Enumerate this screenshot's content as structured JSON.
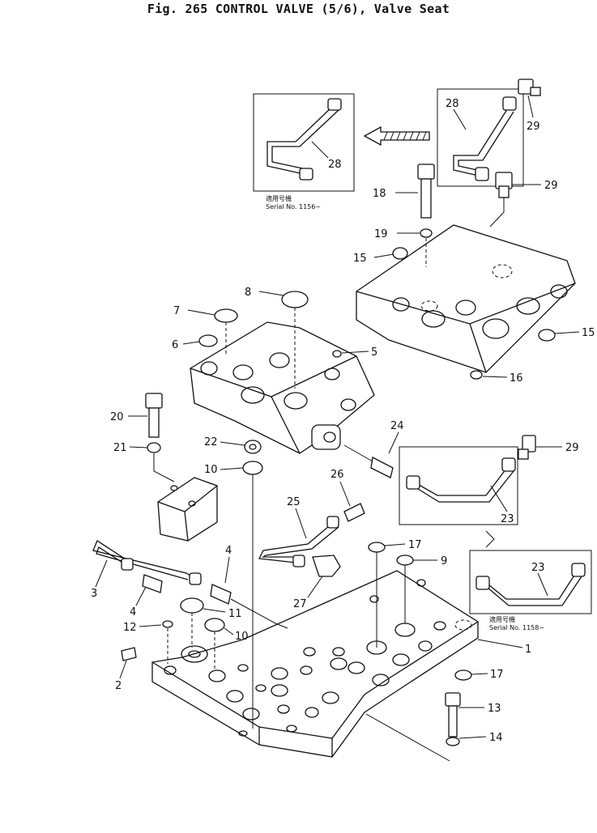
{
  "title": "Fig. 265  CONTROL VALVE (5/6), Valve Seat",
  "serial_note": {
    "jp": "適用号機",
    "serial": "Serial No. 1156~",
    "serial_b": "Serial No. 1158~"
  },
  "parts": [
    "1",
    "2",
    "3",
    "4",
    "5",
    "6",
    "7",
    "8",
    "9",
    "10",
    "11",
    "12",
    "13",
    "14",
    "15",
    "16",
    "17",
    "18",
    "19",
    "20",
    "21",
    "22",
    "23",
    "24",
    "25",
    "26",
    "27",
    "28",
    "29"
  ]
}
